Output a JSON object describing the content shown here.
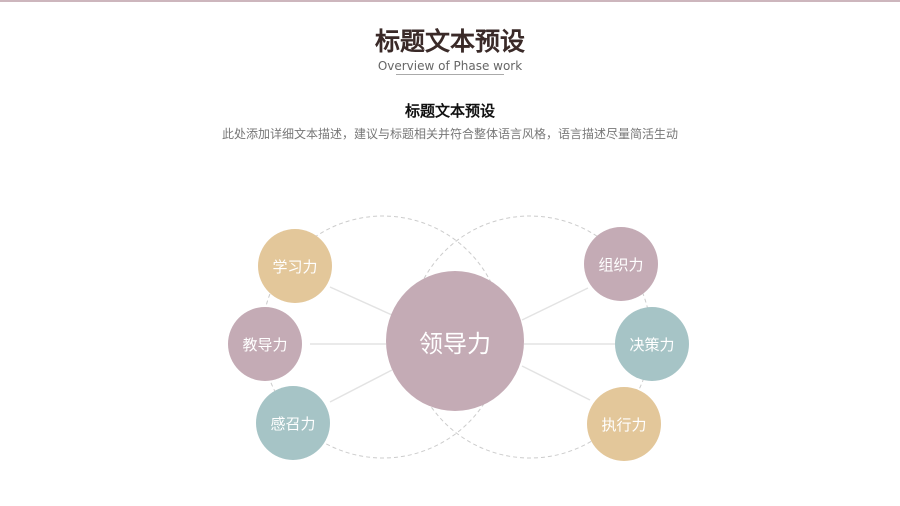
{
  "header": {
    "title": "标题文本预设",
    "subtitle": "Overview of Phase work"
  },
  "section": {
    "heading": "标题文本预设",
    "description": "此处添加详细文本描述，建议与标题相关并符合整体语言风格，语言描述尽量简活生动"
  },
  "diagram": {
    "center": {
      "label": "领导力",
      "color": "#c4abb5"
    },
    "nodes": [
      {
        "label": "学习力",
        "color": "#e3c79a"
      },
      {
        "label": "教导力",
        "color": "#c4abb5"
      },
      {
        "label": "感召力",
        "color": "#a6c4c6"
      },
      {
        "label": "组织力",
        "color": "#c4abb5"
      },
      {
        "label": "决策力",
        "color": "#a6c4c6"
      },
      {
        "label": "执行力",
        "color": "#e3c79a"
      }
    ]
  }
}
